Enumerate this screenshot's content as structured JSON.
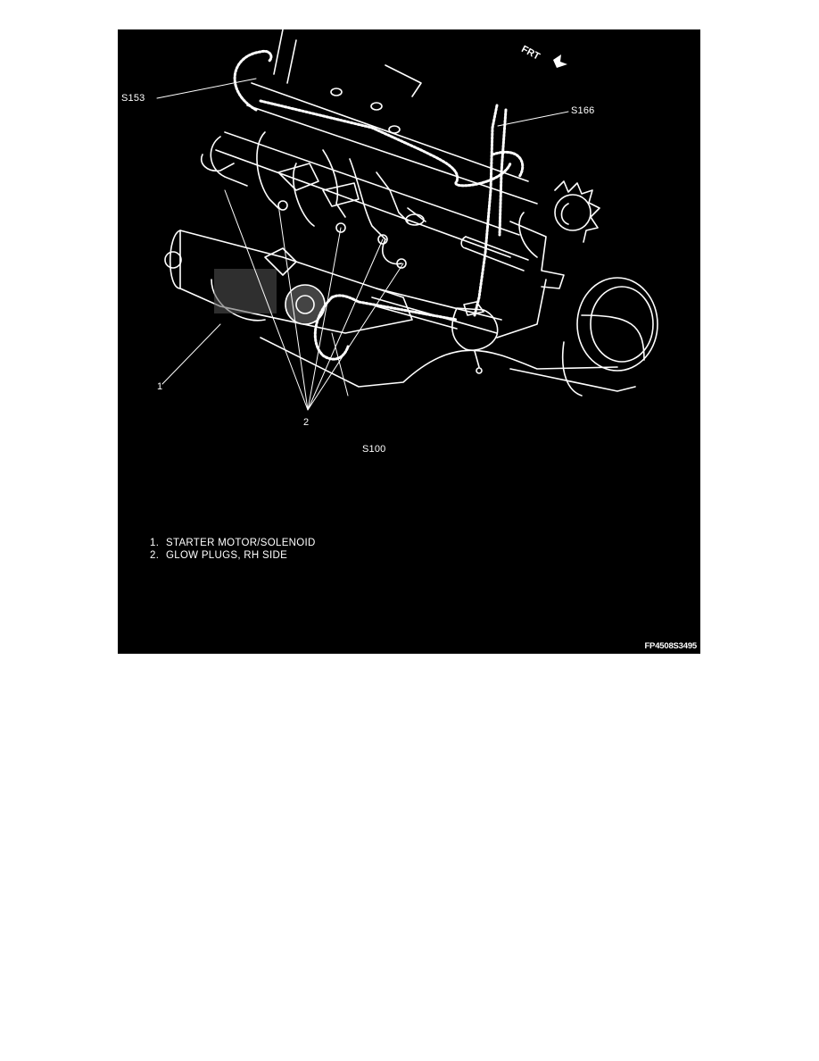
{
  "figure": {
    "background": "#000000",
    "line_color": "#ffffff",
    "orientation": {
      "label": "FRT",
      "icon": "arrow-icon"
    },
    "callouts": {
      "s153": "S153",
      "s166": "S166",
      "s100": "S100",
      "item1": "1",
      "item2": "2"
    },
    "legend": [
      {
        "number": "1.",
        "label": "STARTER MOTOR/SOLENOID"
      },
      {
        "number": "2.",
        "label": "GLOW PLUGS, RH SIDE"
      }
    ],
    "figure_id": "FP4508S3495"
  }
}
